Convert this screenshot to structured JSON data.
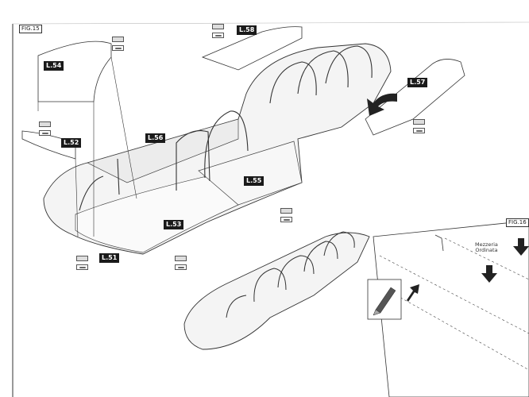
{
  "figures": {
    "fig15": {
      "label": "FIG.15"
    },
    "fig16": {
      "label": "FIG.16"
    }
  },
  "parts": [
    {
      "id": "l51",
      "label": "L.51"
    },
    {
      "id": "l52",
      "label": "L.52"
    },
    {
      "id": "l53",
      "label": "L.53"
    },
    {
      "id": "l54",
      "label": "L.54"
    },
    {
      "id": "l55",
      "label": "L.55"
    },
    {
      "id": "l56",
      "label": "L.56"
    },
    {
      "id": "l57",
      "label": "L.57"
    },
    {
      "id": "l58",
      "label": "L.58"
    }
  ],
  "annotations": {
    "mezzeria_line1": "Mezzeria",
    "mezzeria_line2": "Ordinata"
  },
  "icons": {
    "glue": "glue-tube-icon",
    "knife": "hobby-knife-icon",
    "pencil": "pencil-icon",
    "arrow": "assembly-arrow-icon"
  }
}
